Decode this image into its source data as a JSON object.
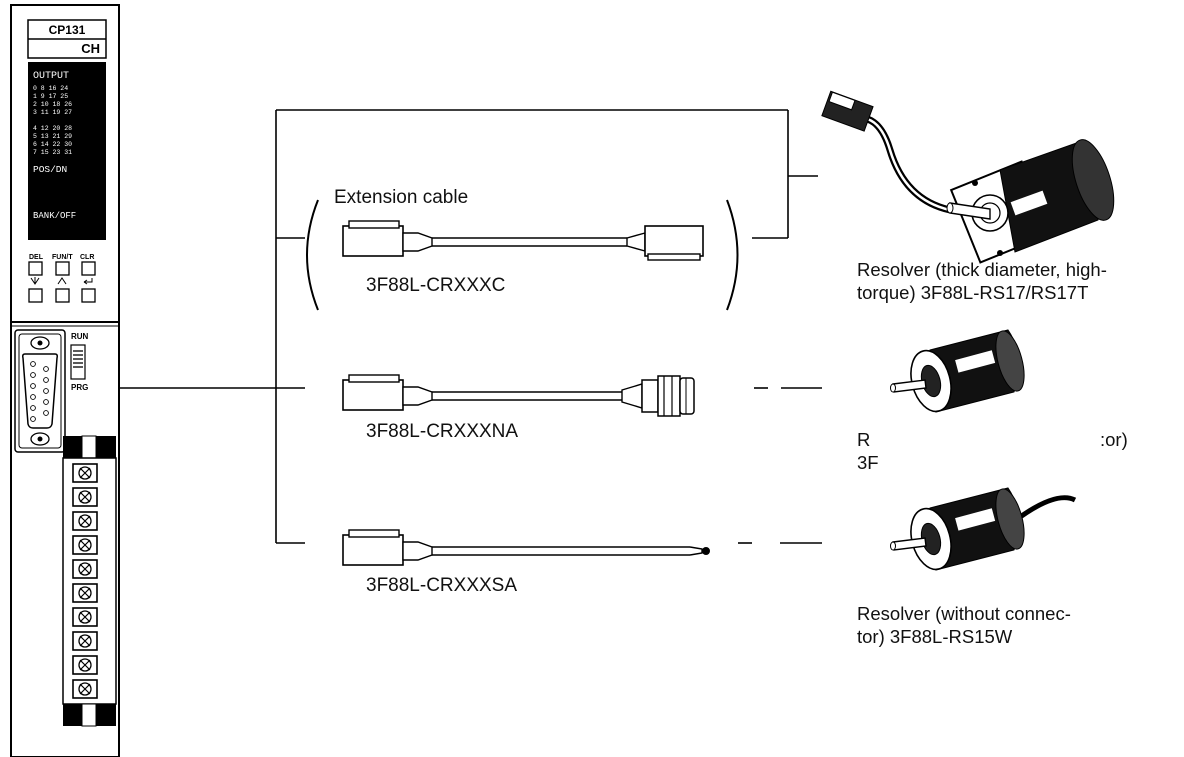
{
  "module": {
    "model": "CP131",
    "suffix": "CH",
    "output_label": "OUTPUT",
    "output_rows_a": [
      "0 8 16 24",
      "1 9 17 25",
      "2 10 18 26",
      "3 11 19 27"
    ],
    "output_rows_b": [
      "4 12 20 28",
      "5 13 21 29",
      "6 14 22 30",
      "7 15 23 31"
    ],
    "pos_label": "POS/DN",
    "bank_label": "BANK/OFF",
    "key_labels": [
      "DEL",
      "FUN/T",
      "CLR"
    ],
    "run_label": "RUN",
    "prg_label": "PRG"
  },
  "cables": {
    "extension_title": "Extension cable",
    "items": [
      {
        "label": "3F88L-CRXXXC"
      },
      {
        "label": "3F88L-CRXXXNA"
      },
      {
        "label": "3F88L-CRXXXSA"
      }
    ]
  },
  "resolvers": [
    {
      "line1": "Resolver (thick diameter, high-",
      "line2": "torque) 3F88L-RS17/RS17T"
    },
    {
      "line1": "R",
      "line1b": ":or)",
      "line2": "3F"
    },
    {
      "line1": "Resolver (without connec-",
      "line2": "tor) 3F88L-RS15W"
    }
  ]
}
